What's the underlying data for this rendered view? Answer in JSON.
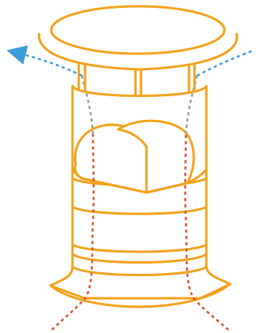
{
  "diagram": {
    "subject": "chimney-cowl-airflow",
    "colors": {
      "outline": "#f2a21b",
      "exhaust_arrow": "#3d9bd6",
      "intake_flow": "#d9532b",
      "inner_flow": "#9a9a9a",
      "background": "#ffffff"
    },
    "parts": [
      {
        "name": "cap-disc"
      },
      {
        "name": "cap-support-posts"
      },
      {
        "name": "chimney-pipe"
      },
      {
        "name": "pipe-bands"
      },
      {
        "name": "inner-baffle"
      },
      {
        "name": "flared-base"
      }
    ],
    "flows": [
      {
        "name": "exhaust-left",
        "direction": "up-left"
      },
      {
        "name": "exhaust-right",
        "direction": "up-right"
      },
      {
        "name": "intake-left",
        "direction": "up"
      },
      {
        "name": "intake-right",
        "direction": "up"
      }
    ]
  }
}
